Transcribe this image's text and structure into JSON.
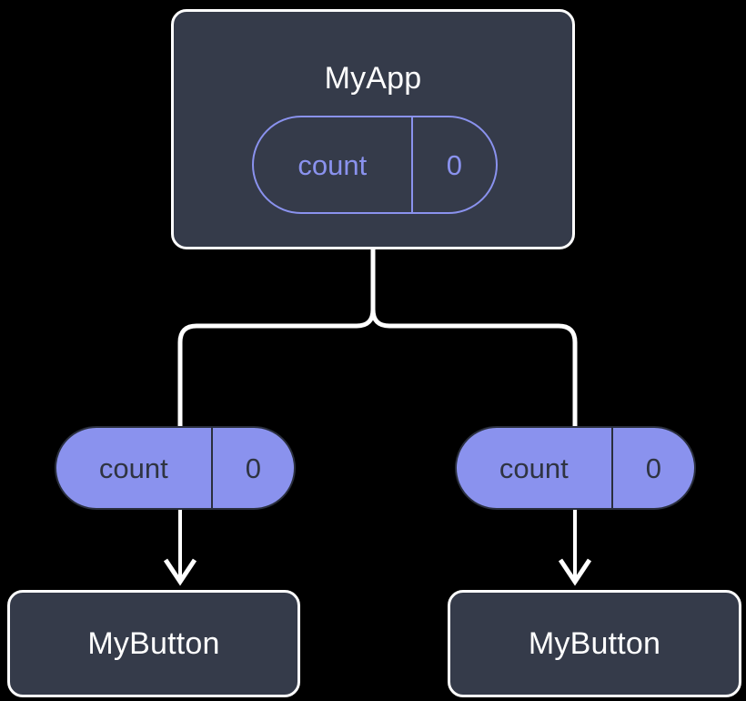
{
  "diagram": {
    "type": "component-state-tree",
    "background_color": "#000000",
    "colors": {
      "box_fill": "#353b4a",
      "box_border": "#fdfdfd",
      "accent_purple": "#8a92ee",
      "pill_text_dark": "#2f3441",
      "edge_stroke": "#ffffff"
    }
  },
  "root": {
    "name": "root-component",
    "title": "MyApp",
    "state": {
      "key": "count",
      "value": "0"
    }
  },
  "props": [
    {
      "name": "prop-left",
      "key": "count",
      "value": "0"
    },
    {
      "name": "prop-right",
      "key": "count",
      "value": "0"
    }
  ],
  "children": [
    {
      "name": "child-left",
      "title": "MyButton"
    },
    {
      "name": "child-right",
      "title": "MyButton"
    }
  ],
  "edges": {
    "fork_label": "",
    "arrow_head": "chevron-down-icon"
  }
}
